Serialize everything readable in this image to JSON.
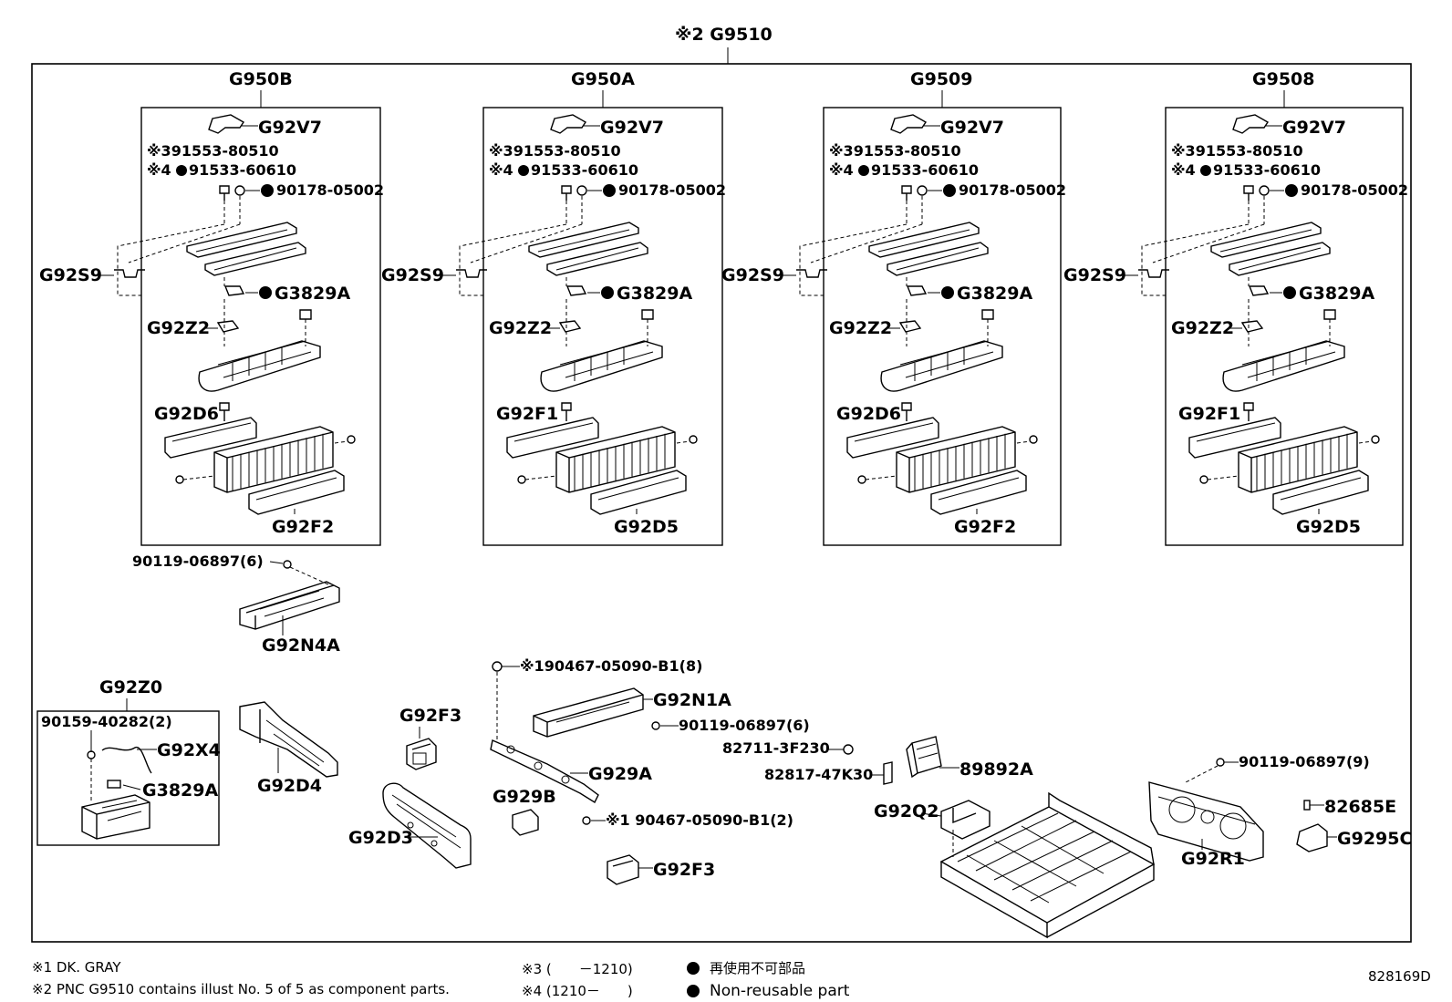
{
  "main_assembly": "※2 G9510",
  "modules": [
    {
      "code": "G950B",
      "bracket": "G92V7",
      "p3": "※391553-80510",
      "p4": "※4",
      "p4b": "91533-60610",
      "nut": "90178-05002",
      "clip": "G92S9",
      "tab": "G3829A",
      "clamp": "G92Z2",
      "cover1": "G92D6",
      "cover2": "G92F2"
    },
    {
      "code": "G950A",
      "bracket": "G92V7",
      "p3": "※391553-80510",
      "p4": "※4",
      "p4b": "91533-60610",
      "nut": "90178-05002",
      "clip": "G92S9",
      "tab": "G3829A",
      "clamp": "G92Z2",
      "cover1": "G92F1",
      "cover2": "G92D5"
    },
    {
      "code": "G9509",
      "bracket": "G92V7",
      "p3": "※391553-80510",
      "p4": "※4",
      "p4b": "91533-60610",
      "nut": "90178-05002",
      "clip": "G92S9",
      "tab": "G3829A",
      "clamp": "G92Z2",
      "cover1": "G92D6",
      "cover2": "G92F2"
    },
    {
      "code": "G9508",
      "bracket": "G92V7",
      "p3": "※391553-80510",
      "p4": "※4",
      "p4b": "91533-60610",
      "nut": "90178-05002",
      "clip": "G92S9",
      "tab": "G3829A",
      "clamp": "G92Z2",
      "cover1": "G92F1",
      "cover2": "G92D5"
    }
  ],
  "lower": {
    "bolt_n4a": "90119-06897(6)",
    "n4a": "G92N4A",
    "z0": "G92Z0",
    "z0_bolt": "90159-40282(2)",
    "x4": "G92X4",
    "z0_tab": "G3829A",
    "d4": "G92D4",
    "f3a": "G92F3",
    "d3": "G92D3",
    "bolt_top": "※190467-05090-B1(8)",
    "n1a": "G92N1A",
    "bolt_n1a": "90119-06897(6)",
    "a929": "G929A",
    "b929": "G929B",
    "bolt_929": "※1 90467-05090-B1(2)",
    "f3b": "G92F3",
    "p82711": "82711-3F230",
    "p82817": "82817-47K30",
    "p89892": "89892A",
    "q2": "G92Q2",
    "bolt_r1": "90119-06897(9)",
    "p82685": "82685E",
    "r1": "G92R1",
    "c9295": "G9295C"
  },
  "footer": {
    "n1": "※1 DK. GRAY",
    "n2": "※2 PNC G9510 contains illust No. 5 of 5 as component parts.",
    "n3": "※3 (　　－1210)",
    "n4": "※4 (1210－　　)",
    "jp": "再使用不可部品",
    "en": "Non-reusable part",
    "illust_no": "828169D"
  }
}
